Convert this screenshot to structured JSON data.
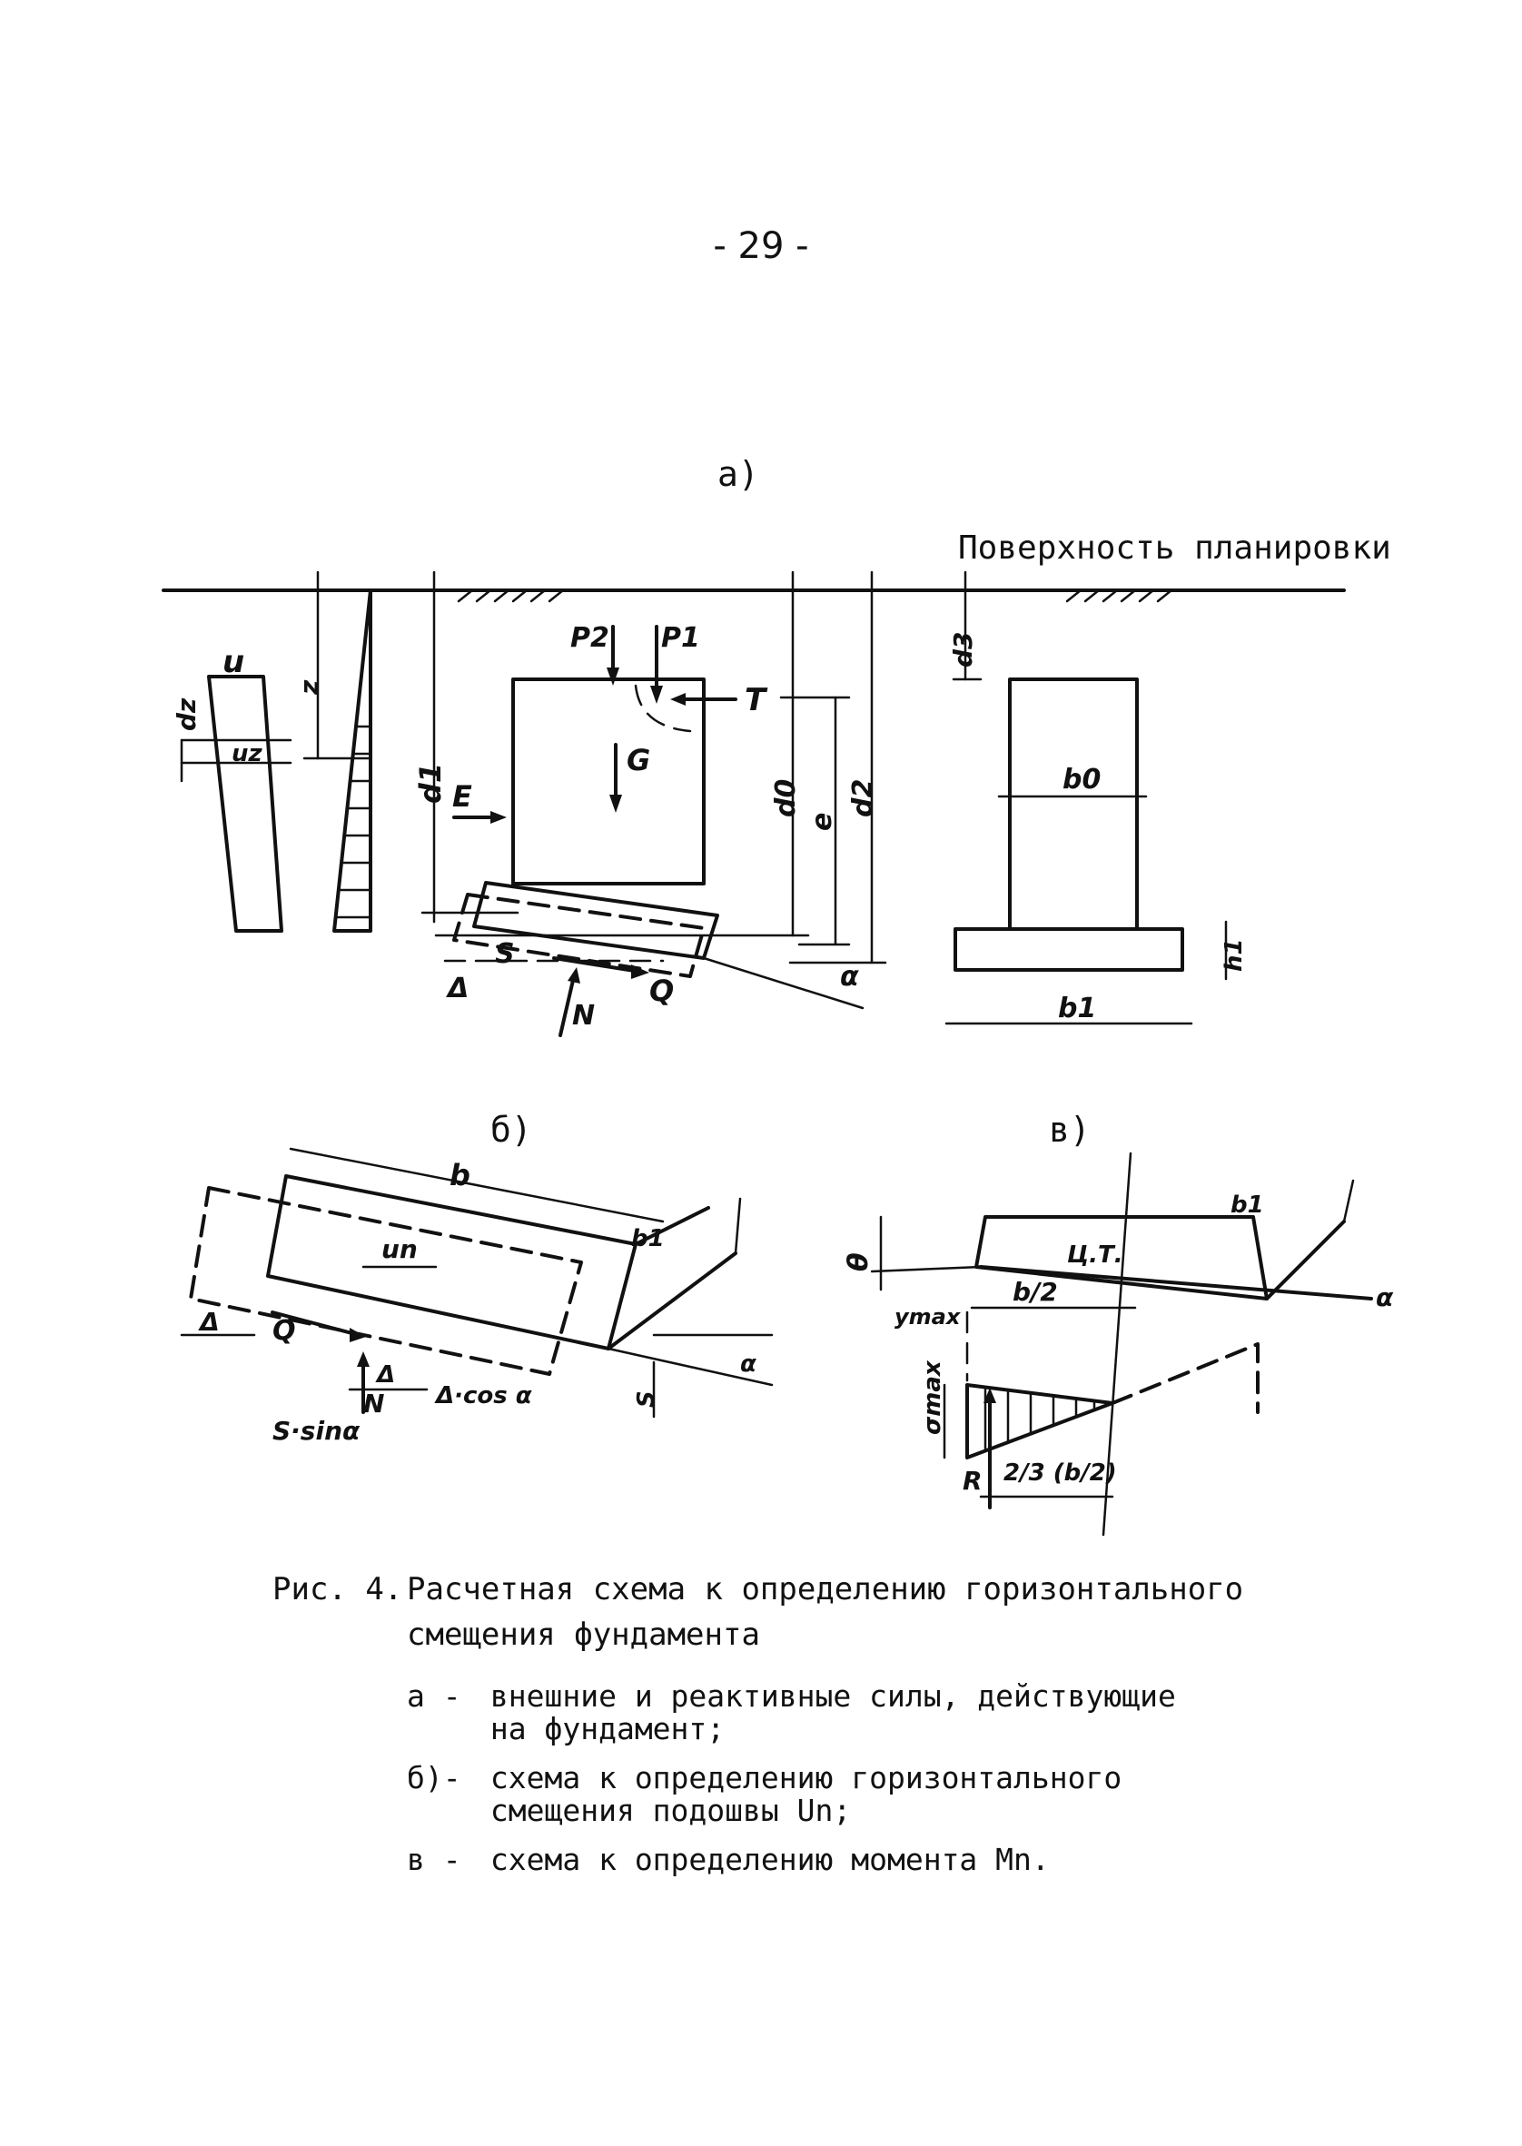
{
  "page_number": "- 29 -",
  "figure": {
    "subfig_a": {
      "label": "а)",
      "surface_label": "Поверхность планировки",
      "symbols": {
        "u": "u",
        "dz": "dz",
        "uz": "uz",
        "z": "z",
        "d1": "d1",
        "P2": "P2",
        "P1": "P1",
        "T": "T",
        "G": "G",
        "E": "E",
        "d0": "d0",
        "e": "e",
        "d2": "d2",
        "S": "S",
        "Q": "Q",
        "N": "N",
        "delta": "Δ",
        "alpha": "α",
        "d3": "d3",
        "b0": "b0",
        "h1": "h1",
        "b1": "b1"
      }
    },
    "subfig_b": {
      "label": "б)",
      "symbols": {
        "b": "b",
        "b1": "b1",
        "un": "un",
        "delta": "Δ",
        "Q": "Q",
        "N": "N",
        "delta2": "Δ",
        "delta_cos": "Δ·cos α",
        "s_sin": "S·sinα",
        "S": "S",
        "alpha": "α"
      }
    },
    "subfig_c": {
      "label": "в)",
      "symbols": {
        "theta": "θ",
        "ct": "Ц.Т.",
        "b1": "b1",
        "alpha": "α",
        "ymax": "ymax",
        "b_half": "b/2",
        "sigma_max": "σmax",
        "R": "R",
        "two_thirds": "2/3 (b/2)"
      }
    }
  },
  "caption": {
    "label": "Рис. 4.",
    "line1": "Расчетная схема к определению горизонтального",
    "line2": "смещения фундамента"
  },
  "legend": [
    {
      "key": "а -",
      "line1": "внешние и реактивные силы, действующие",
      "line2": "на фундамент;"
    },
    {
      "key": "б)-",
      "line1": "схема к определению горизонтального",
      "line2": "смещения подошвы Un;"
    },
    {
      "key": "в -",
      "line1": "схема к определению момента Mn.",
      "line2": ""
    }
  ]
}
